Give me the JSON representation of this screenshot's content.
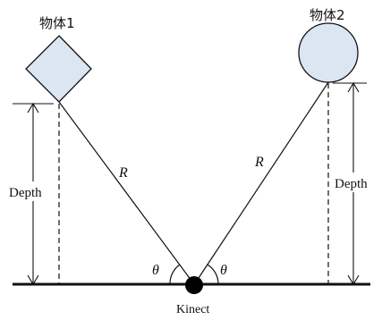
{
  "objects": [
    {
      "label": "物体1",
      "shape": "diamond",
      "fill": "#dce6f2"
    },
    {
      "label": "物体2",
      "shape": "circle",
      "fill": "#dce6f2"
    }
  ],
  "labels": {
    "depth_left": "Depth",
    "depth_right": "Depth",
    "r_left": "R",
    "r_right": "R",
    "theta_left": "θ",
    "theta_right": "θ",
    "sensor": "Kinect"
  },
  "colors": {
    "line": "#111111",
    "object_fill": "#dce6f2",
    "sensor": "#000000"
  }
}
